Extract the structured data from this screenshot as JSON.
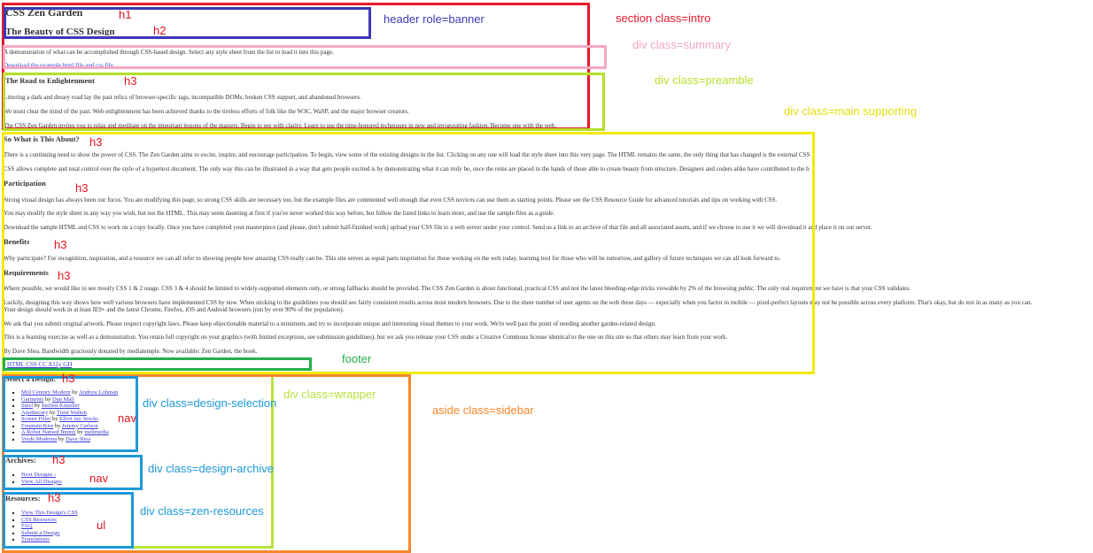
{
  "colors": {
    "intro": "#e8192c",
    "header": "#3a3ab8",
    "summary": "#f4a8c0",
    "preamble": "#b5e02a",
    "main": "#f2ea0f",
    "footer": "#22b04c",
    "wrapper": "#b9e23f",
    "sidebar": "#f5872b",
    "nav": "#1e98d8",
    "tag": "#e0141e"
  },
  "annotations": {
    "header": "header role=banner",
    "intro": "section  class=intro",
    "summary": "div class=summary",
    "preamble": "div class=preamble",
    "main": "div class=main supporting",
    "footer": "footer",
    "wrapper": "div class=wrapper",
    "sidebar": "aside class=sidebar",
    "design_selection": "div class=design-selection",
    "design_archive": "div class=design-archive",
    "zen_resources": "div class=zen-resources"
  },
  "tags": {
    "h1": "h1",
    "h2": "h2",
    "h3": "h3",
    "nav": "nav",
    "ul": "ul"
  },
  "page": {
    "h1": "CSS Zen Garden",
    "h2": "The Beauty of CSS Design",
    "summary_1": "A demonstration of what can be accomplished through CSS-based design. Select any style sheet from the list to load it into this page.",
    "summary_2": "Download the example html file and css file",
    "preamble_h3": "The Road to Enlightenment",
    "preamble_1": "Littering a dark and dreary road lay the past relics of browser-specific tags, incompatible DOMs, broken CSS support, and abandoned browsers.",
    "preamble_2": "We must clear the mind of the past. Web enlightenment has been achieved thanks to the tireless efforts of folk like the W3C, WaSP, and the major browser creators.",
    "preamble_3": "The CSS Zen Garden invites you to relax and meditate on the important lessons of the masters. Begin to see with clarity. Learn to use the time-honored techniques in new and invigorating fashion. Become one with the web.",
    "about_h3": "So What is This About?",
    "about_1": "There is a continuing need to show the power of CSS. The Zen Garden aims to excite, inspire, and encourage participation. To begin, view some of the existing designs in the list. Clicking on any one will load the style sheet into this very page. The HTML remains the same, the only thing that has changed is the external CSS file. Yes, really.",
    "about_2": "CSS allows complete and total control over the style of a hypertext document. The only way this can be illustrated in a way that gets people excited is by demonstrating what it can truly be, once the reins are placed in the hands of those able to create beauty from structure. Designers and coders alike have contributed to the beauty of the web; we can always push it further.",
    "participation_h3": "Participation",
    "participation_1": "Strong visual design has always been our focus. You are modifying this page, so strong CSS skills are necessary too, but the example files are commented well enough that even CSS novices can use them as starting points. Please see the CSS Resource Guide for advanced tutorials and tips on working with CSS.",
    "participation_2": "You may modify the style sheet in any way you wish, but not the HTML. This may seem daunting at first if you've never worked this way before, but follow the listed links to learn more, and use the sample files as a guide.",
    "participation_3": "Download the sample HTML and CSS to work on a copy locally. Once you have completed your masterpiece (and please, don't submit half-finished work) upload your CSS file to a web server under your control. Send us a link to an archive of that file and all associated assets, and if we choose to use it we will download it and place it on our server.",
    "benefits_h3": "Benefits",
    "benefits_1": "Why participate? For recognition, inspiration, and a resource we can all refer to showing people how amazing CSS really can be. This site serves as equal parts inspiration for those working on the web today, learning tool for those who will be tomorrow, and gallery of future techniques we can all look forward to.",
    "requirements_h3": "Requirements",
    "requirements_1": "Where possible, we would like to see mostly CSS 1 & 2 usage. CSS 3 & 4 should be limited to widely-supported elements only, or strong fallbacks should be provided. The CSS Zen Garden is about functional, practical CSS and not the latest bleeding-edge tricks viewable by 2% of the browsing public. The only real requirement we have is that your CSS validates.",
    "requirements_2": "Luckily, designing this way shows how well various browsers have implemented CSS by now. When sticking to the guidelines you should see fairly consistent results across most modern browsers. Due to the sheer number of user agents on the web these days — especially when you factor in mobile — pixel-perfect layouts may not be possible across every platform. That's okay, but do test in as many as you can.",
    "requirements_3": "Your design should work in at least IE9+ and the latest Chrome, Firefox, iOS and Android browsers (run by over 90% of the population).",
    "requirements_4": "We ask that you submit original artwork. Please respect copyright laws. Please keep objectionable material to a minimum, and try to incorporate unique and interesting visual themes to your work. We're well past the point of needing another garden-related design.",
    "requirements_5": "This is a learning exercise as well as a demonstration. You retain full copyright on your graphics (with limited exceptions, see submission guidelines), but we ask you release your CSS under a Creative Commons license identical to the one on this site so that others may learn from your work.",
    "requirements_6": "By Dave Shea. Bandwidth graciously donated by mediatemple. Now available: Zen Garden, the book.",
    "footer_links": "HTML CSS CC A11y GH",
    "select_h3": "Select a Design:",
    "designs": [
      {
        "name": "Mid Century Modern",
        "by": "by",
        "author": "Andrew Lohman"
      },
      {
        "name": "Garments",
        "by": "by",
        "author": "Dan Mall"
      },
      {
        "name": "Steel",
        "by": "by",
        "author": "Steffen Knoeller"
      },
      {
        "name": "Apothecary",
        "by": "by",
        "author": "Trent Walton"
      },
      {
        "name": "Screen Filler",
        "by": "by",
        "author": "Elliot Jay Stocks"
      },
      {
        "name": "Fountain Kiss",
        "by": "by",
        "author": "Jeremy Carlson"
      },
      {
        "name": "A Robot Named Jimmy",
        "by": "by",
        "author": "meltmedia"
      },
      {
        "name": "Verde Moderna",
        "by": "by",
        "author": "Dave Shea"
      }
    ],
    "archives_h3": "Archives:",
    "archives": [
      "Next Designs ›",
      "View All Designs"
    ],
    "resources_h3": "Resources:",
    "resources": [
      "View This Design's CSS",
      "CSS Resources",
      "FAQ",
      "Submit a Design",
      "Translations"
    ]
  }
}
